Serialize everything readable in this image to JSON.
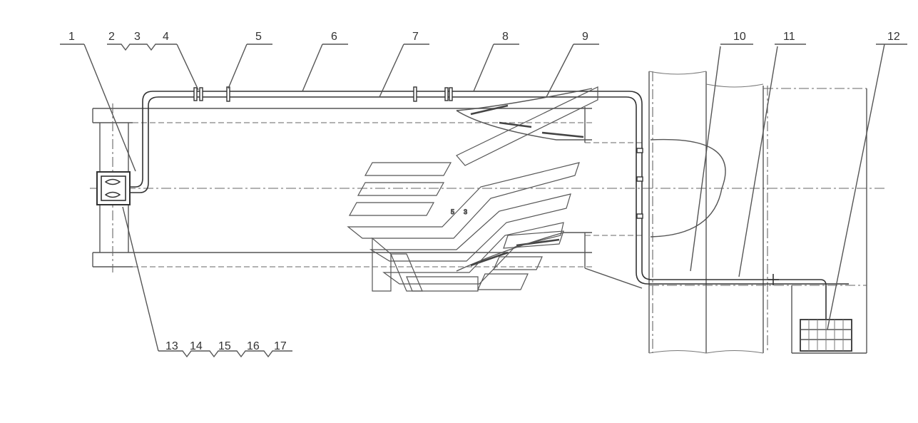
{
  "callouts_top": [
    "1",
    "2",
    "3",
    "4",
    "5",
    "6",
    "7",
    "8",
    "9",
    "10",
    "11",
    "12"
  ],
  "callouts_bottom": [
    "13",
    "14",
    "15",
    "16",
    "17"
  ],
  "watermark_text": [
    "5",
    "3"
  ],
  "colors": {
    "line": "#555555",
    "pipe": "#333333",
    "background": "#ffffff"
  }
}
